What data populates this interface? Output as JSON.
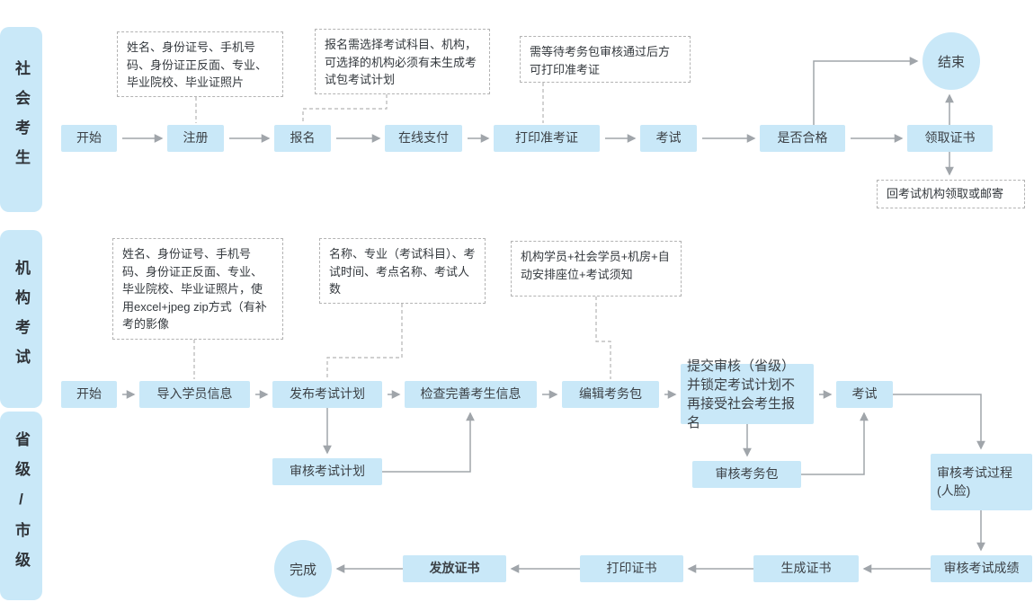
{
  "colors": {
    "node_fill": "#c9e8f8",
    "line_color": "#a0a5aa",
    "text_color": "#3c4146",
    "note_border": "#b3b3b3"
  },
  "sidebar": {
    "lanes": [
      {
        "label": "社会考生"
      },
      {
        "label": "机构考试"
      },
      {
        "label": "省级/市级"
      }
    ]
  },
  "flow_social": {
    "start": "开始",
    "register": "注册",
    "signup": "报名",
    "pay_online": "在线支付",
    "print_ticket": "打印准考证",
    "exam": "考试",
    "qualified": "是否合格",
    "receive_cert": "领取证书",
    "end": "结束",
    "note_register": "姓名、身份证号、手机号码、身份证正反面、专业、毕业院校、毕业证照片",
    "note_signup": "报名需选择考试科目、机构，可选择的机构必须有未生成考试包考试计划",
    "note_print": "需等待考务包审核通过后方可打印准考证",
    "note_receive": "回考试机构领取或邮寄"
  },
  "flow_institution": {
    "start": "开始",
    "import_students": "导入学员信息",
    "publish_plan": "发布考试计划",
    "check_info": "检查完善考生信息",
    "edit_package": "编辑考务包",
    "submit_review": "提交审核（省级）并锁定考试计划不再接受社会考生报名",
    "exam": "考试",
    "note_import": "姓名、身份证号、手机号码、身份证正反面、专业、毕业院校、毕业证照片，使用excel+jpeg zip方式（有补考的影像",
    "note_publish": "名称、专业（考试科目）、考试时间、考点名称、考试人数",
    "note_package": "机构学员+社会学员+机房+自动安排座位+考试须知"
  },
  "flow_provincial": {
    "review_plan": "审核考试计划",
    "review_package": "审核考务包",
    "review_process": "审核考试过程\n(人脸)",
    "review_score": "审核考试成绩",
    "generate_cert": "生成证书",
    "print_cert": "打印证书",
    "issue_cert": "发放证书",
    "done": "完成"
  }
}
